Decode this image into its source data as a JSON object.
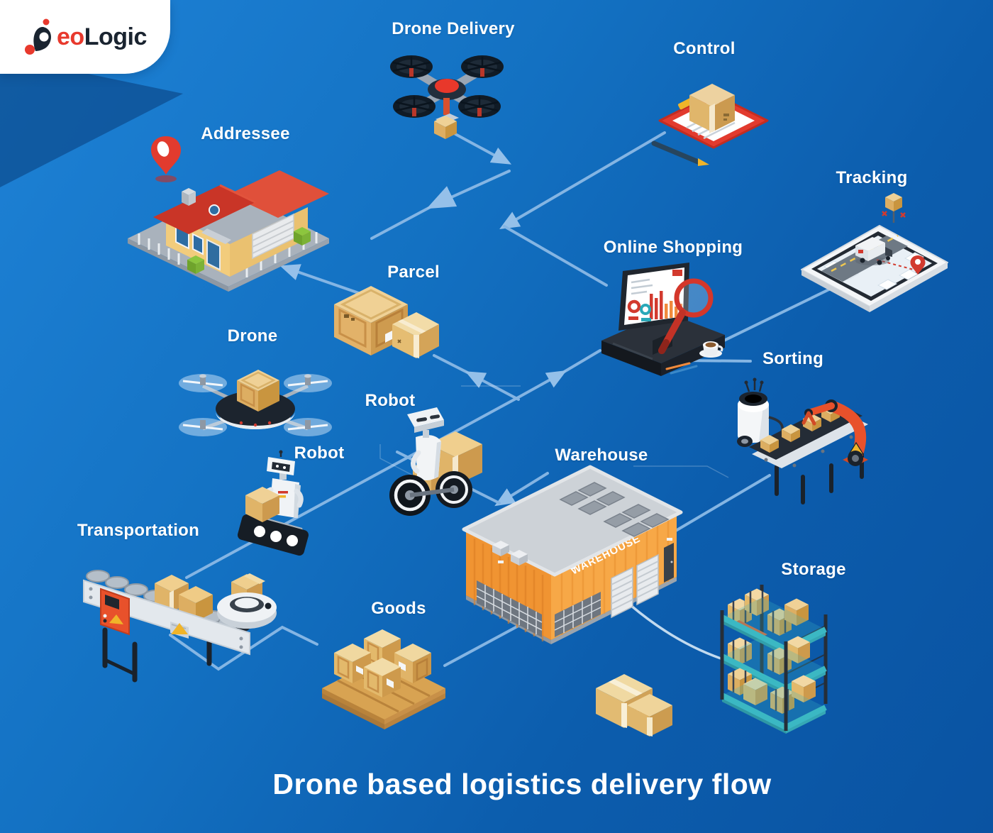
{
  "brand": {
    "eo": "eo",
    "logic": "Logic"
  },
  "title": "Drone based logistics delivery flow",
  "warehouse_sign": "WAREHOUSE",
  "labels": {
    "drone_delivery": "Drone Delivery",
    "control": "Control",
    "addressee": "Addressee",
    "tracking": "Tracking",
    "online_shopping": "Online Shopping",
    "parcel": "Parcel",
    "drone": "Drone",
    "robot_center": "Robot",
    "robot_left": "Robot",
    "sorting": "Sorting",
    "warehouse": "Warehouse",
    "transportation": "Transportation",
    "goods": "Goods",
    "storage": "Storage"
  },
  "colors": {
    "background_top": "#1E82D6",
    "background_bottom": "#0A53A2",
    "connector": "#8BB9E6",
    "accent_red": "#E8392D",
    "accent_orange": "#F49C3C",
    "box_tan": "#E8C27A",
    "label": "#FFFFFF"
  }
}
